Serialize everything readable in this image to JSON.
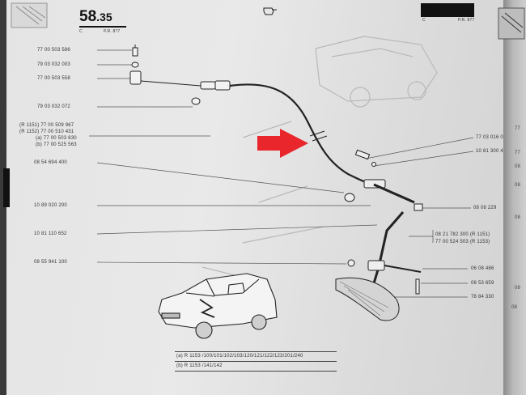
{
  "header": {
    "page_main": "58",
    "page_sub": ".35",
    "code_c": "C",
    "code_pr": "P.R. 877",
    "right_page_code_c": "C",
    "right_page_code_pr": "P.R. 877"
  },
  "parts_left": [
    "77 00 503 586",
    "79 03 032 003",
    "77 00 503 558",
    "79 03 032 072",
    "(R 1151) 77 00 509 967",
    "(R 1152) 77 00 510 431",
    "(a) 77 00 503 830",
    "(b) 77 00 525 563",
    "08 54 694 400",
    "10 89 020 200",
    "10 81 110 652",
    "08 55 941 100"
  ],
  "parts_right": [
    "77 03 016 0",
    "10 81 300 4",
    "08 08 229",
    "08 21 782 300 (R 1151)",
    "77 00 524 503 (R 1153)",
    "06 08 486",
    "08 53 659",
    "78 84 330"
  ],
  "right_page_fragments": [
    "77",
    "77",
    "08",
    "08",
    "08",
    "08",
    "08"
  ],
  "notes": {
    "a": "(a)  R 1153 /100/101/102/103/120/121/122/123/201/240",
    "b": "(b)  R 1153 /141/142"
  },
  "colors": {
    "arrow": "#e8262c",
    "ink": "#333333",
    "paper": "#e6e6e6"
  },
  "icons": {
    "header_symbol": "hand-pointer-icon",
    "callout": "red-arrow-icon"
  }
}
